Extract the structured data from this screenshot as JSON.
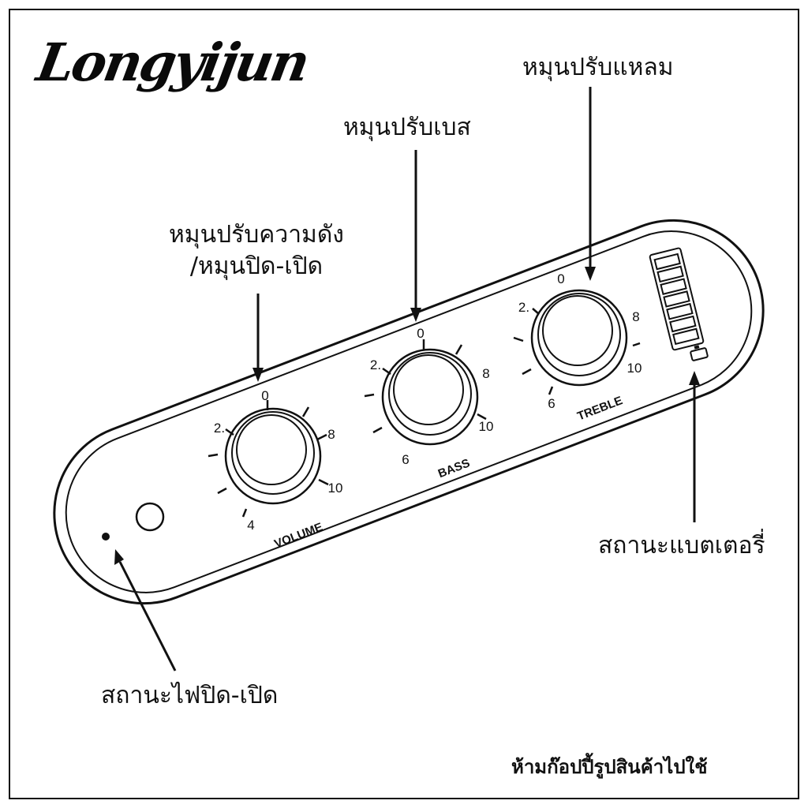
{
  "brand": {
    "logo_text": "Longyijun"
  },
  "callouts": {
    "volume_line1": "หมุนปรับความดัง",
    "volume_line2": "/หมุนปิด-เปิด",
    "bass": "หมุนปรับเบส",
    "treble": "หมุนปรับแหลม",
    "battery": "สถานะแบตเตอรี่",
    "power": "สถานะไฟปิด-เปิด"
  },
  "knobs": {
    "volume": {
      "label": "VOLUME",
      "ticks": {
        "t0": "0",
        "t2": "2.",
        "t4": "4",
        "t8": "8",
        "t10": "10"
      }
    },
    "bass": {
      "label": "BASS",
      "ticks": {
        "t0": "0",
        "t2": "2.",
        "t6": "6",
        "t8": "8",
        "t10": "10"
      }
    },
    "treble": {
      "label": "TREBLE",
      "ticks": {
        "t0": "0",
        "t2": "2.",
        "t6": "6",
        "t8": "8",
        "t10": "10"
      }
    }
  },
  "battery_indicator": {
    "segments": 7
  },
  "footer": {
    "copyright": "ห้ามก๊อปปี้รูปสินค้าไปใช้"
  },
  "colors": {
    "line": "#111111",
    "background": "#ffffff"
  }
}
